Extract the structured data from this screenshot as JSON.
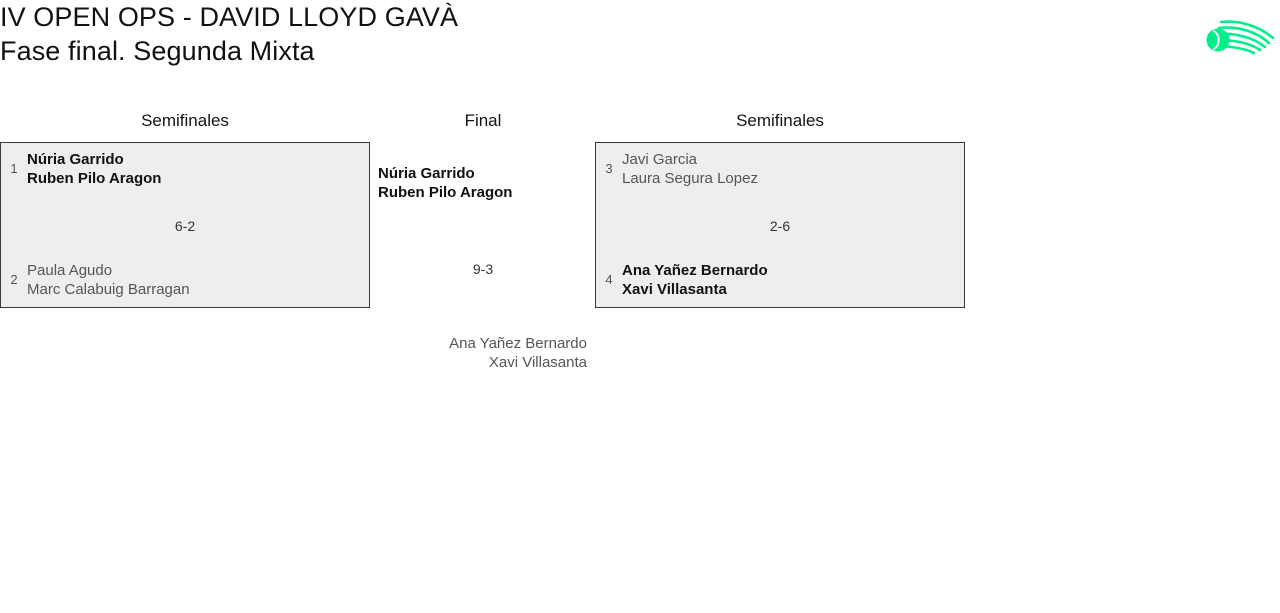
{
  "header": {
    "title_line1": "IV OPEN OPS - DAVID LLOYD GAVÀ",
    "title_line2": "Fase final. Segunda Mixta",
    "logo_name": "tennis-ball-swoosh-logo",
    "logo_color": "#00ef8b"
  },
  "columns": {
    "semifinals_left_label": "Semifinales",
    "final_label": "Final",
    "semifinals_right_label": "Semifinales"
  },
  "bracket": {
    "semifinal_1": {
      "round": "Semifinales",
      "score": "6-2",
      "teams": [
        {
          "seed": "1",
          "player1": "Núria Garrido",
          "player2": "Ruben Pilo Aragon",
          "winner": true
        },
        {
          "seed": "2",
          "player1": "Paula Agudo",
          "player2": "Marc Calabuig Barragan",
          "winner": false
        }
      ]
    },
    "semifinal_2": {
      "round": "Semifinales",
      "score": "2-6",
      "teams": [
        {
          "seed": "3",
          "player1": "Javi Garcia",
          "player2": "Laura Segura Lopez",
          "winner": false
        },
        {
          "seed": "4",
          "player1": "Ana Yañez Bernardo",
          "player2": "Xavi Villasanta",
          "winner": true
        }
      ]
    },
    "final": {
      "round": "Final",
      "score": "9-3",
      "teams": [
        {
          "player1": "Núria Garrido",
          "player2": "Ruben Pilo Aragon",
          "winner": true
        },
        {
          "player1": "Ana Yañez Bernardo",
          "player2": "Xavi Villasanta",
          "winner": false
        }
      ]
    }
  },
  "colors": {
    "box_fill": "#eeeeee",
    "box_border": "#3a3a3a",
    "winner_text": "#111111",
    "loser_text": "#555555",
    "accent_green": "#00ef8b"
  }
}
